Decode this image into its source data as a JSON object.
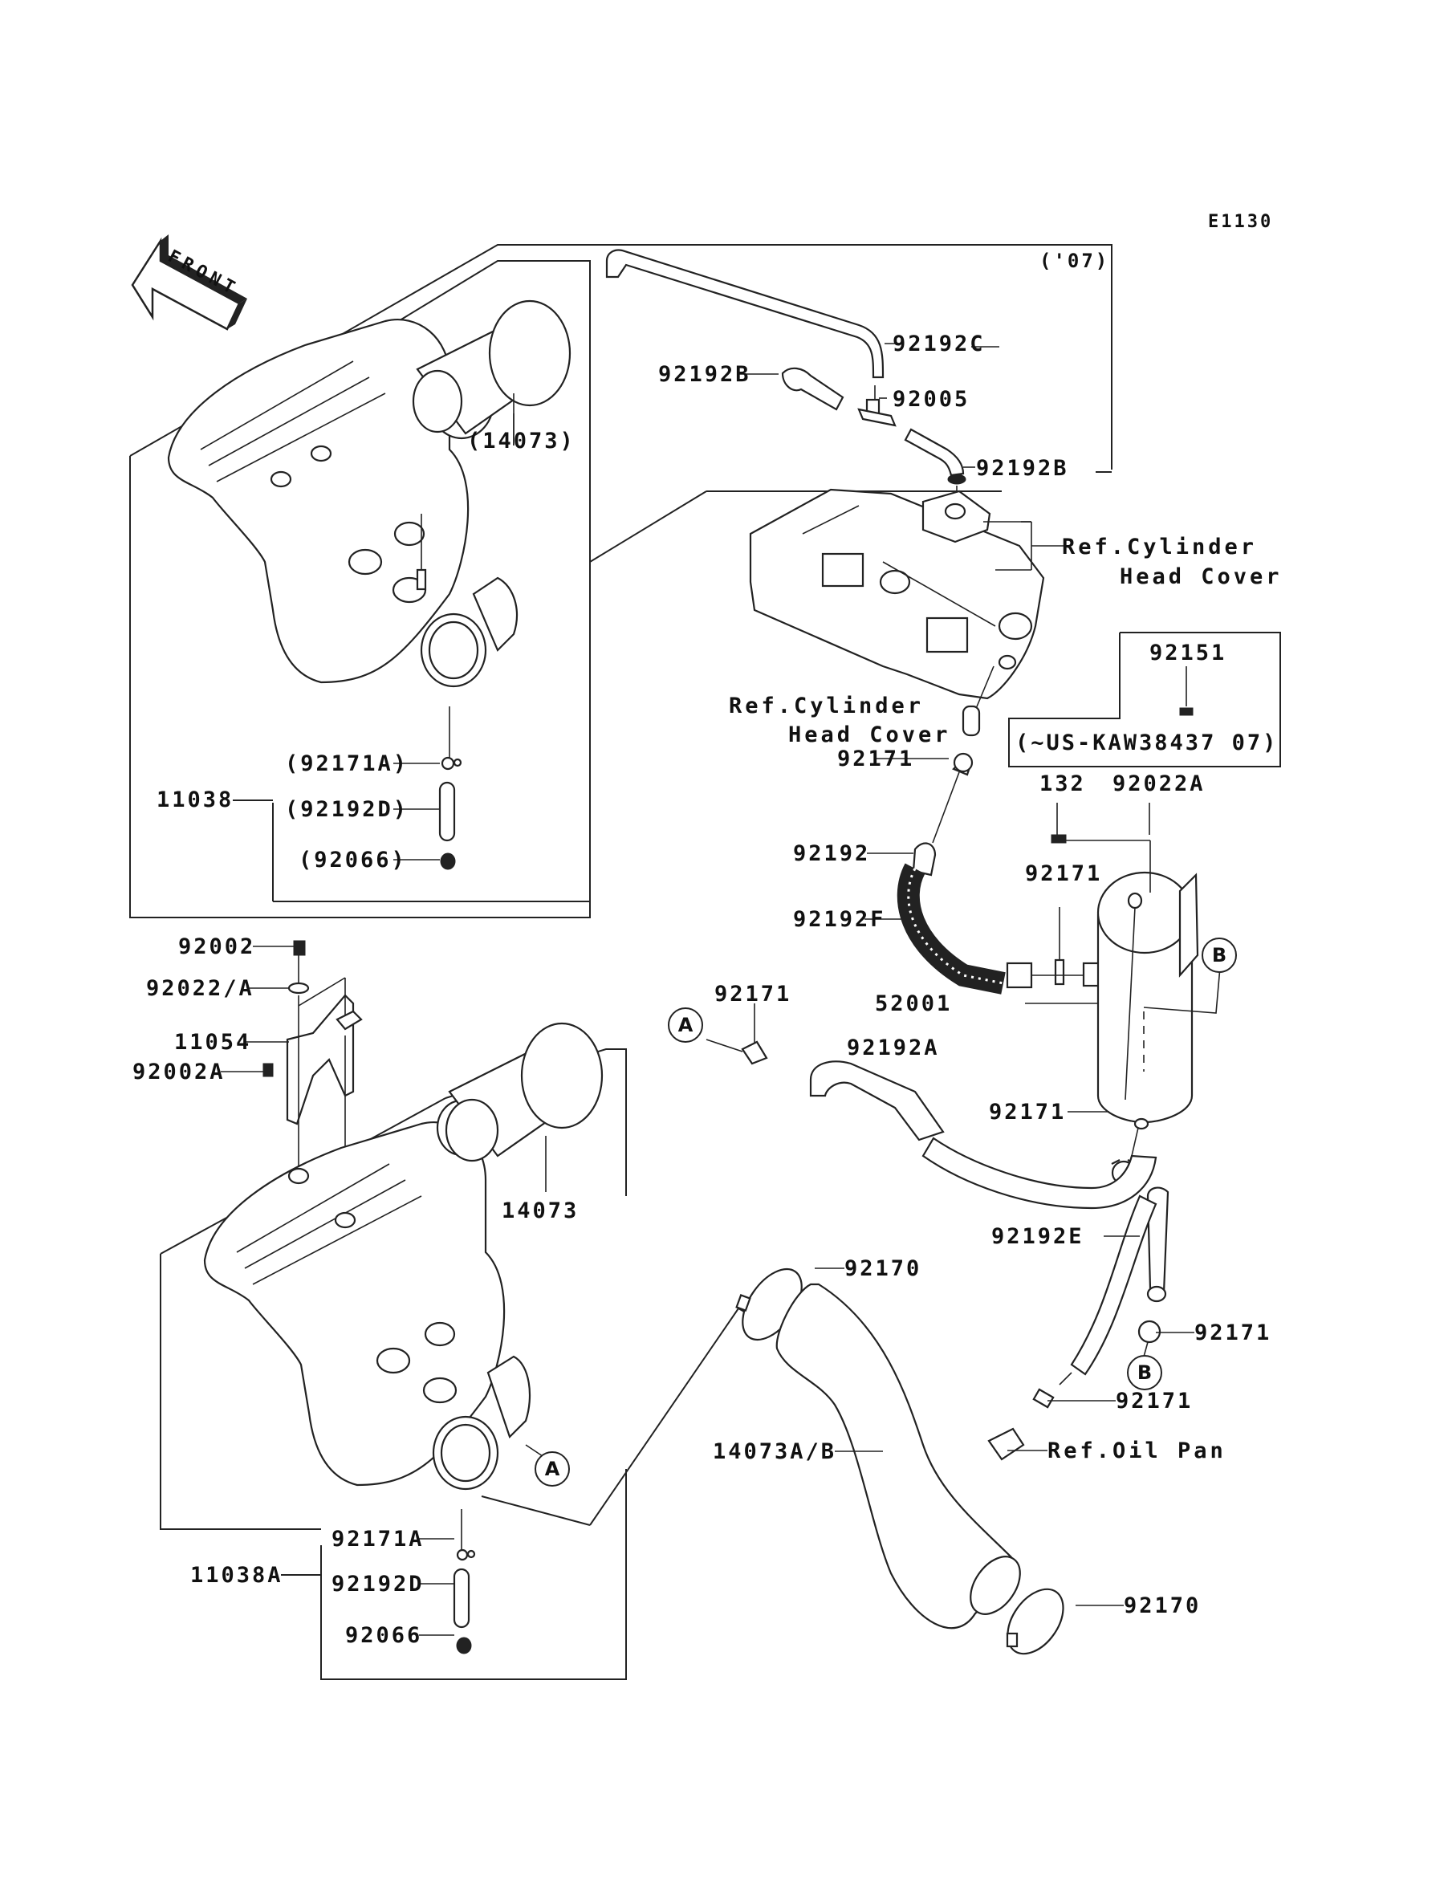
{
  "diagram": {
    "code": "E1130",
    "front_arrow": "FRONT",
    "year_note": "('07)",
    "serial_note": "(~US-KAW38437  07)",
    "callouts": {
      "a": "A",
      "b": "B"
    }
  },
  "labels": {
    "p92192C": "92192C",
    "p92192B_upper": "92192B",
    "p92005": "92005",
    "p92192B_lower": "92192B",
    "ref_head_cover_1a": "Ref.Cylinder",
    "ref_head_cover_1b": "Head Cover",
    "ref_head_cover_2a": "Ref.Cylinder",
    "ref_head_cover_2b": "Head Cover",
    "p14073_paren": "(14073)",
    "p92151": "92151",
    "p92171_hose": "92171",
    "p132": "132",
    "p92022A": "92022A",
    "p92192": "92192",
    "p92171_mid": "92171",
    "p92192F": "92192F",
    "p52001": "52001",
    "p92171_a": "92171",
    "p92192A": "92192A",
    "p92171_tank": "92171",
    "p11038": "11038",
    "p92171A_paren": "(92171A)",
    "p92192D_paren": "(92192D)",
    "p92066_paren": "(92066)",
    "p92002": "92002",
    "p92022_A": "92022/A",
    "p11054": "11054",
    "p92002A": "92002A",
    "p14073": "14073",
    "p92192E": "92192E",
    "p92170_upper": "92170",
    "p92171_b": "92171",
    "p92171_oil": "92171",
    "ref_oil_pan": "Ref.Oil Pan",
    "p14073AB": "14073A/B",
    "p11038A": "11038A",
    "p92171A": "92171A",
    "p92192D": "92192D",
    "p92066": "92066",
    "p92170_lower": "92170"
  }
}
